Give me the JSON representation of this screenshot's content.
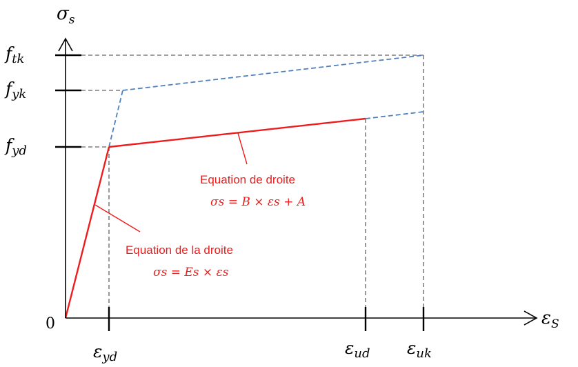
{
  "axes": {
    "y_label": "σ",
    "y_label_sub": "s",
    "x_label": "ε",
    "x_label_sub": "S",
    "origin": "0"
  },
  "y_ticks": [
    {
      "base": "f",
      "sub": "tk"
    },
    {
      "base": "f",
      "sub": "yk"
    },
    {
      "base": "f",
      "sub": "yd"
    }
  ],
  "x_ticks": [
    {
      "base": "ε",
      "sub": "yd"
    },
    {
      "base": "ε",
      "sub": "ud"
    },
    {
      "base": "ε",
      "sub": "uk"
    }
  ],
  "annotations": {
    "upper_title": "Equation de droite",
    "upper_formula": "σs = B × εs + A",
    "lower_title": "Equation de la droite",
    "lower_formula": "σs = Es × εs"
  },
  "colors": {
    "design_curve": "#ee1c1c",
    "characteristic_curve": "#4f81bd",
    "guide_lines": "#7f7f7f",
    "axes": "#000000"
  }
}
